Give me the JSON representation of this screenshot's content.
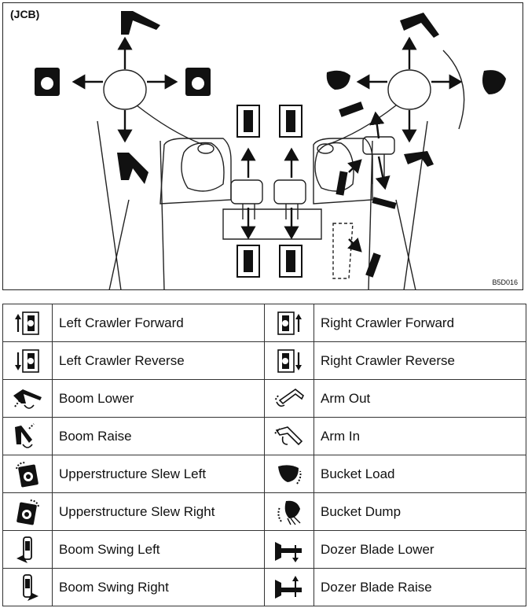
{
  "figure": {
    "brand": "(JCB)",
    "code": "B5D016"
  },
  "legend": [
    {
      "left": {
        "icon": "left-crawler-forward-icon",
        "label": "Left Crawler Forward"
      },
      "right": {
        "icon": "right-crawler-forward-icon",
        "label": "Right Crawler Forward"
      }
    },
    {
      "left": {
        "icon": "left-crawler-reverse-icon",
        "label": "Left Crawler Reverse"
      },
      "right": {
        "icon": "right-crawler-reverse-icon",
        "label": "Right Crawler Reverse"
      }
    },
    {
      "left": {
        "icon": "boom-lower-icon",
        "label": "Boom Lower"
      },
      "right": {
        "icon": "arm-out-icon",
        "label": "Arm Out"
      }
    },
    {
      "left": {
        "icon": "boom-raise-icon",
        "label": "Boom Raise"
      },
      "right": {
        "icon": "arm-in-icon",
        "label": "Arm In"
      }
    },
    {
      "left": {
        "icon": "upperstructure-slew-left-icon",
        "label": "Upperstructure Slew Left"
      },
      "right": {
        "icon": "bucket-load-icon",
        "label": "Bucket Load"
      }
    },
    {
      "left": {
        "icon": "upperstructure-slew-right-icon",
        "label": "Upperstructure Slew Right"
      },
      "right": {
        "icon": "bucket-dump-icon",
        "label": "Bucket Dump"
      }
    },
    {
      "left": {
        "icon": "boom-swing-left-icon",
        "label": "Boom Swing Left"
      },
      "right": {
        "icon": "dozer-blade-lower-icon",
        "label": "Dozer Blade Lower"
      }
    },
    {
      "left": {
        "icon": "boom-swing-right-icon",
        "label": "Boom Swing Right"
      },
      "right": {
        "icon": "dozer-blade-raise-icon",
        "label": "Dozer Blade Raise"
      }
    }
  ]
}
